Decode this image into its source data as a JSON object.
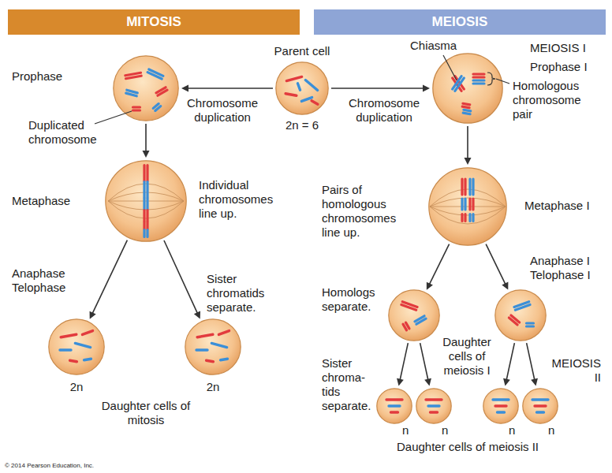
{
  "diagram": {
    "nodes": [
      {
        "text": [
          "MITOSIS"
        ]
      },
      {
        "text": [
          "MEIOSIS"
        ]
      },
      {
        "text": [
          "Parent cell",
          "2n = 6"
        ]
      },
      {
        "text": [
          "Prophase"
        ]
      },
      {
        "text": [
          "Metaphase",
          "Individual chromosomes line up."
        ]
      },
      {
        "text": [
          "2n"
        ]
      },
      {
        "text": [
          "2n"
        ]
      },
      {
        "text": [
          "Prophase I"
        ]
      },
      {
        "text": [
          "Metaphase I",
          "Pairs of homologous chromosomes line up."
        ]
      },
      {
        "text": []
      },
      {
        "text": []
      },
      {
        "text": [
          "n"
        ]
      },
      {
        "text": [
          "n"
        ]
      },
      {
        "text": [
          "n"
        ]
      },
      {
        "text": [
          "n"
        ]
      }
    ],
    "edges": [
      {
        "from": 2,
        "to": 3,
        "arrow": "to",
        "label": "Chromosome duplication"
      },
      {
        "from": 2,
        "to": 7,
        "arrow": "to",
        "label": "Chromosome duplication"
      },
      {
        "from": 3,
        "to": 4,
        "arrow": "to"
      },
      {
        "from": 4,
        "to": 5,
        "arrow": "to"
      },
      {
        "from": 4,
        "to": 6,
        "arrow": "to"
      },
      {
        "from": 7,
        "to": 8,
        "arrow": "to"
      },
      {
        "from": 8,
        "to": 9,
        "arrow": "to"
      },
      {
        "from": 8,
        "to": 10,
        "arrow": "to"
      },
      {
        "from": 9,
        "to": 11,
        "arrow": "to"
      },
      {
        "from": 9,
        "to": 12,
        "arrow": "to"
      },
      {
        "from": 10,
        "to": 13,
        "arrow": "to"
      },
      {
        "from": 10,
        "to": 14,
        "arrow": "to"
      }
    ],
    "labels": [
      "Duplicated chromosome",
      "Anaphase Telophase",
      "Sister chromatids separate.",
      "Daughter cells of mitosis",
      "Chiasma",
      "Homologous chromosome pair",
      "MEIOSIS I",
      "Anaphase I Telophase I",
      "Homologs separate.",
      "Daughter cells of meiosis I",
      "MEIOSIS II",
      "Sister chroma- tids separate.",
      "Daughter cells of meiosis II",
      "© 2014 Pearson Education, Inc."
    ]
  }
}
